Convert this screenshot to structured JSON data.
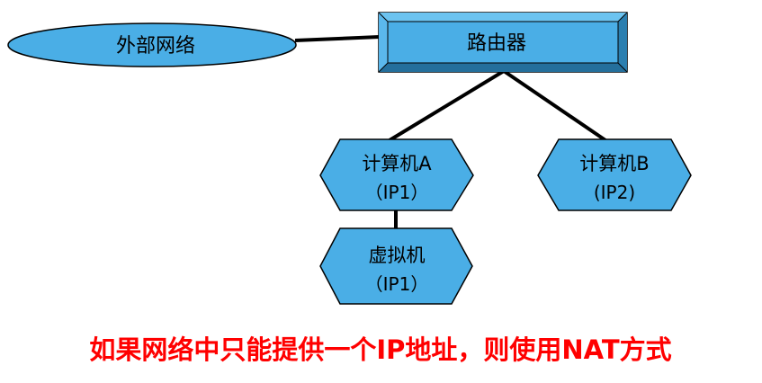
{
  "colors": {
    "node_fill": "#4aaee6",
    "line": "#000000",
    "caption": "#ff0000"
  },
  "nodes": {
    "external_network": {
      "label": "外部网络"
    },
    "router": {
      "label": "路由器"
    },
    "computer_a": {
      "label": "计算机A",
      "sublabel": "（IP1）"
    },
    "computer_b": {
      "label": "计算机B",
      "sublabel": "(IP2)"
    },
    "virtual_machine": {
      "label": "虚拟机",
      "sublabel": "（IP1）"
    }
  },
  "caption": "如果网络中只能提供一个IP地址，则使用NAT方式"
}
